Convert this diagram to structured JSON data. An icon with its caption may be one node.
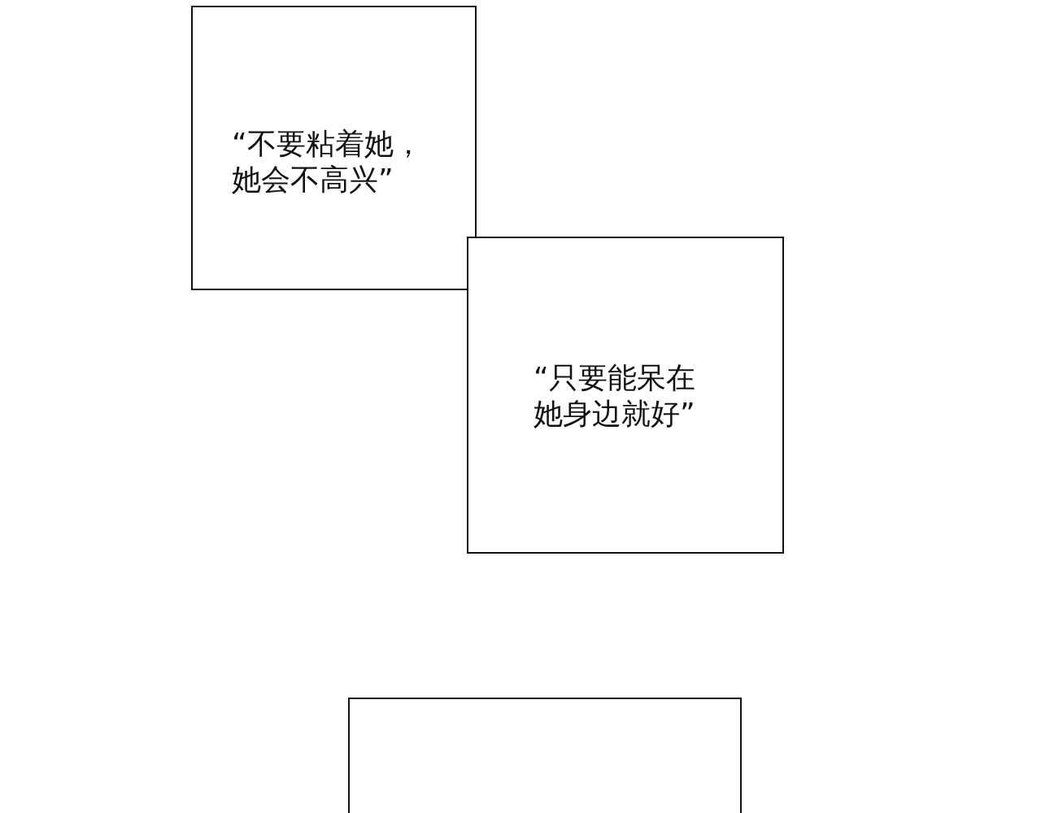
{
  "diagram": {
    "nodes": [
      {
        "text": [
          "“不要粘着她，她会不高兴”"
        ]
      },
      {
        "text": [
          "“只要能呆在她身边就好”"
        ]
      },
      {
        "text": [],
        "shape": "box"
      }
    ],
    "edges": []
  }
}
